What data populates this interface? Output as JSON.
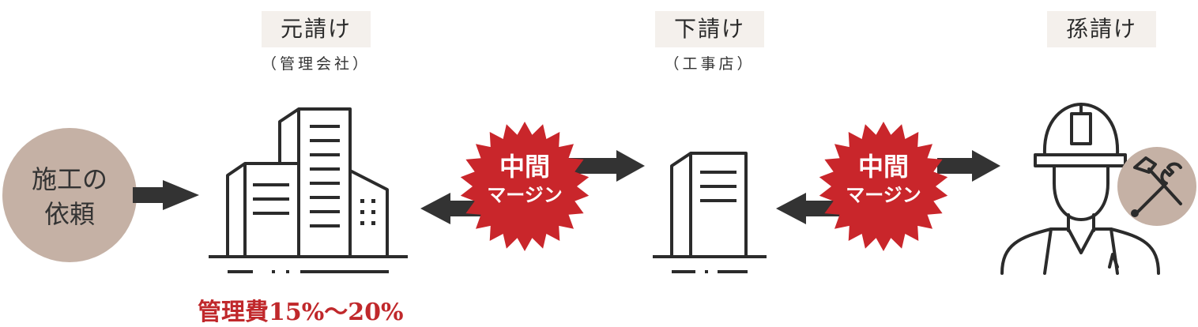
{
  "request_circle": {
    "line1": "施工の",
    "line2": "依頼"
  },
  "tiers": [
    {
      "title": "元請け",
      "subtitle": "（管理会社）"
    },
    {
      "title": "下請け",
      "subtitle": "（工事店）"
    },
    {
      "title": "孫請け",
      "subtitle": ""
    }
  ],
  "badges": [
    {
      "line1": "中間",
      "line2": "マージン"
    },
    {
      "line1": "中間",
      "line2": "マージン"
    }
  ],
  "fee_text": "管理費15%～20%",
  "colors": {
    "badge": "#c9262b",
    "circle": "#c5b1a5",
    "arrow": "#333333",
    "line": "#2b2b2b",
    "label_bg": "#f4f0ec",
    "fee": "#c0282b"
  },
  "icons": [
    "office-building-icon",
    "small-building-icon",
    "worker-helmet-icon",
    "hammer-wrench-icon"
  ]
}
